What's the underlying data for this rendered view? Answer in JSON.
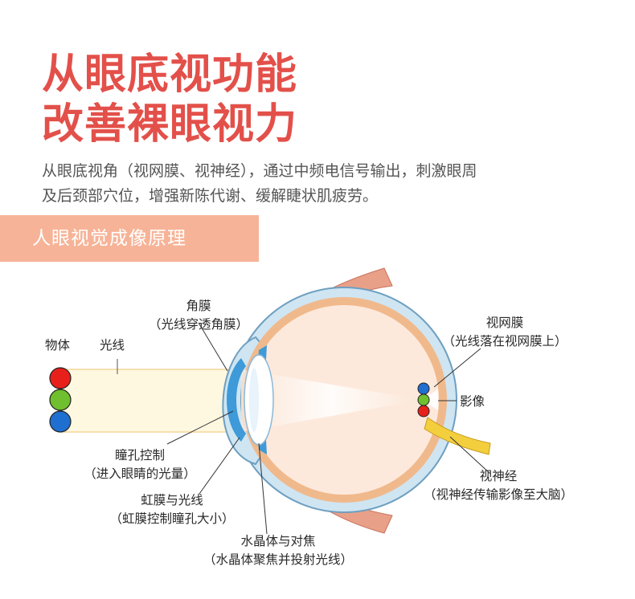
{
  "headline": {
    "line1": "从眼底视功能",
    "line2": "改善裸眼视力"
  },
  "description": {
    "line1": "从眼底视角（视网膜、视神经），通过中频电信号输出，刺激眼周",
    "line2": "及后颈部穴位，增强新陈代谢、缓解睫状肌疲劳。"
  },
  "section": {
    "title": "人眼视觉成像原理"
  },
  "diagram": {
    "object_label": "物体",
    "light_label": "光线",
    "object_colors": [
      "#e8201c",
      "#6fbf2e",
      "#1f6fd1"
    ],
    "cornea": {
      "title": "角膜",
      "note": "（光线穿透角膜）"
    },
    "retina": {
      "title": "视网膜",
      "note": "（光线落在视网膜上）"
    },
    "image_label": "影像",
    "optic_nerve": {
      "title": "视神经",
      "note": "（视神经传输影像至大脑）"
    },
    "pupil": {
      "title": "瞳孔控制",
      "note": "（进入眼睛的光量）"
    },
    "iris": {
      "title": "虹膜与光线",
      "note": "（虹膜控制瞳孔大小）"
    },
    "lens": {
      "title": "水晶体与对焦",
      "note": "（水晶体聚焦并投射光线）"
    },
    "colors": {
      "sclera": "#cfe5f2",
      "sclera_stroke": "#6e9fc0",
      "choroid": "#f0b98c",
      "interior": "#fde9dc",
      "muscle": "#e9a088",
      "iris_blue": "#3e9ad8",
      "optic_yellow": "#f3cf3e",
      "light_beam": "#fff6cc"
    }
  }
}
